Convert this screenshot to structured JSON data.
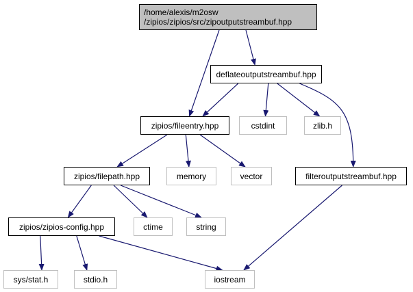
{
  "colors": {
    "edge": "#191970",
    "root_fill": "#bfbfbf",
    "local_border": "#000000",
    "external_border": "#bfbfbf"
  },
  "nodes": {
    "root": {
      "line1": "/home/alexis/m2osw",
      "line2": "/zipios/zipios/src/zipoutputstreambuf.hpp"
    },
    "deflate": {
      "label": "deflateoutputstreambuf.hpp"
    },
    "fileentry": {
      "label": "zipios/fileentry.hpp"
    },
    "cstdint": {
      "label": "cstdint"
    },
    "zlib": {
      "label": "zlib.h"
    },
    "filepath": {
      "label": "zipios/filepath.hpp"
    },
    "memory": {
      "label": "memory"
    },
    "vector": {
      "label": "vector"
    },
    "filter": {
      "label": "filteroutputstreambuf.hpp"
    },
    "config": {
      "label": "zipios/zipios-config.hpp"
    },
    "ctime": {
      "label": "ctime"
    },
    "string": {
      "label": "string"
    },
    "stat": {
      "label": "sys/stat.h"
    },
    "stdio": {
      "label": "stdio.h"
    },
    "iostream": {
      "label": "iostream"
    }
  },
  "edges": [
    [
      "root",
      "deflate"
    ],
    [
      "root",
      "fileentry"
    ],
    [
      "deflate",
      "fileentry"
    ],
    [
      "deflate",
      "cstdint"
    ],
    [
      "deflate",
      "zlib"
    ],
    [
      "deflate",
      "filter"
    ],
    [
      "fileentry",
      "filepath"
    ],
    [
      "fileentry",
      "memory"
    ],
    [
      "fileentry",
      "vector"
    ],
    [
      "filepath",
      "config"
    ],
    [
      "filepath",
      "ctime"
    ],
    [
      "filepath",
      "string"
    ],
    [
      "config",
      "stat"
    ],
    [
      "config",
      "stdio"
    ],
    [
      "config",
      "iostream"
    ],
    [
      "filter",
      "iostream"
    ]
  ]
}
